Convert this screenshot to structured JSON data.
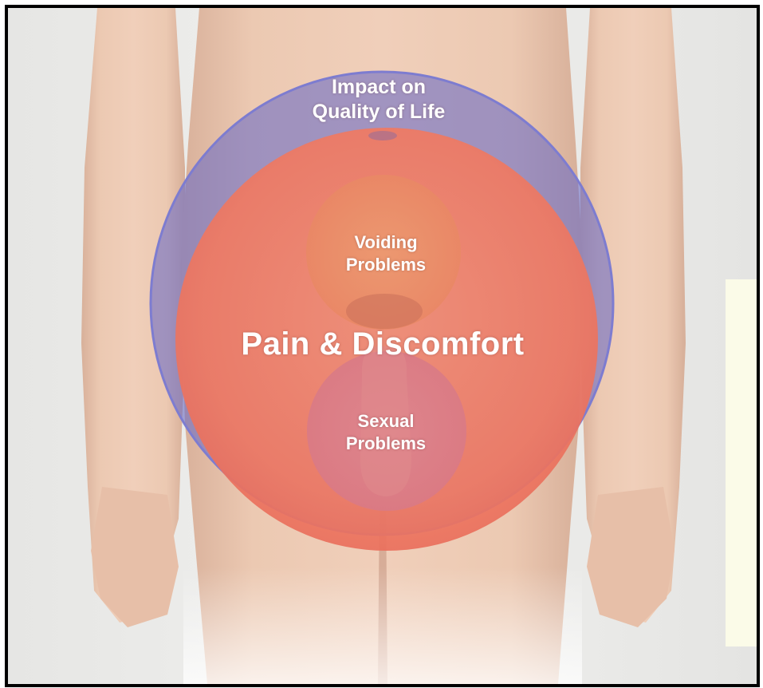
{
  "diagram": {
    "outer_label": [
      "Impact on",
      "Quality of Life"
    ],
    "main_label": "Pain & Discomfort",
    "upper_label": [
      "Voiding",
      "Problems"
    ],
    "lower_label": [
      "Sexual",
      "Problems"
    ]
  },
  "colors": {
    "outer_ring": "#6d6cc4",
    "main_circle": "#f07a62",
    "inner_upper": "#ea9068",
    "inner_lower": "#d97c8a",
    "skin": "#e9c1a8"
  }
}
